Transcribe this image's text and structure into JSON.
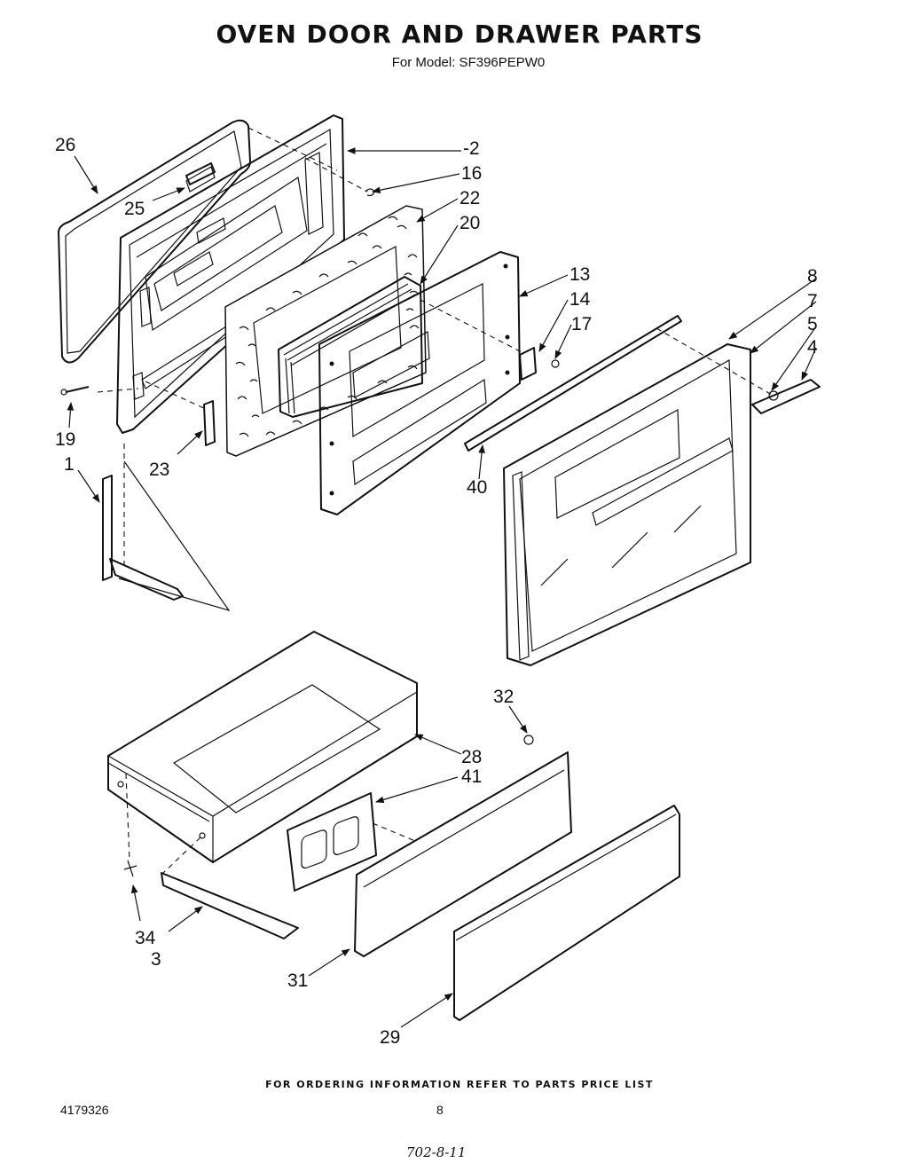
{
  "header": {
    "title": "OVEN DOOR AND DRAWER PARTS",
    "subtitle": "For Model: SF396PEPW0"
  },
  "callouts": {
    "c1": "1",
    "c2": "-2",
    "c3": "3",
    "c4": "4",
    "c5": "5",
    "c7": "7",
    "c8": "8",
    "c13": "13",
    "c14": "14",
    "c16": "16",
    "c17": "17",
    "c19": "19",
    "c20": "20",
    "c22": "22",
    "c23": "23",
    "c25": "25",
    "c26": "26",
    "c28": "28",
    "c29": "29",
    "c31": "31",
    "c32": "32",
    "c34": "34",
    "c40": "40",
    "c41": "41"
  },
  "footer": {
    "ordering_note": "FOR ORDERING INFORMATION REFER TO PARTS PRICE LIST",
    "doc_number": "4179326",
    "page_number": "8",
    "handwritten": "702-8-11"
  }
}
